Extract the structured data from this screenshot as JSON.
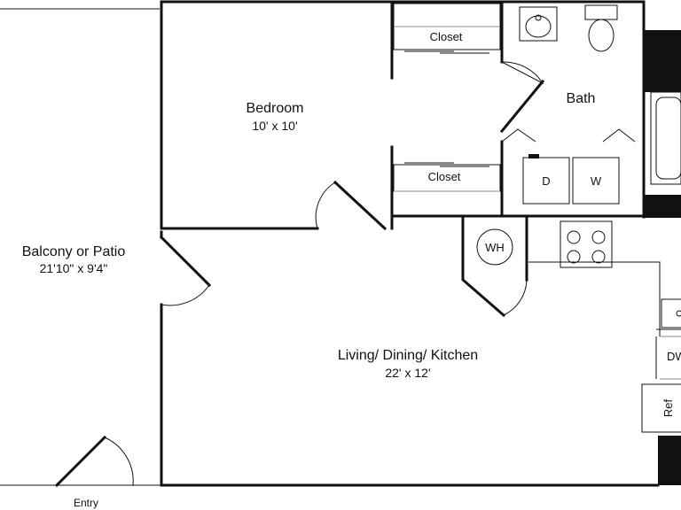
{
  "rooms": {
    "bedroom": {
      "name": "Bedroom",
      "dims": "10' x 10'"
    },
    "bath": {
      "name": "Bath"
    },
    "closet_top": {
      "name": "Closet"
    },
    "closet_bottom": {
      "name": "Closet"
    },
    "balcony": {
      "name": "Balcony or Patio",
      "dims": "21'10\" x 9'4\""
    },
    "living": {
      "name": "Living/ Dining/ Kitchen",
      "dims": "22' x 12'"
    }
  },
  "appliances": {
    "dryer": "D",
    "washer": "W",
    "water_heater": "WH",
    "dishwasher": "DW",
    "refrigerator": "Ref"
  },
  "entry": "Entry",
  "colors": {
    "wall": "#111111",
    "background": "#ffffff"
  }
}
